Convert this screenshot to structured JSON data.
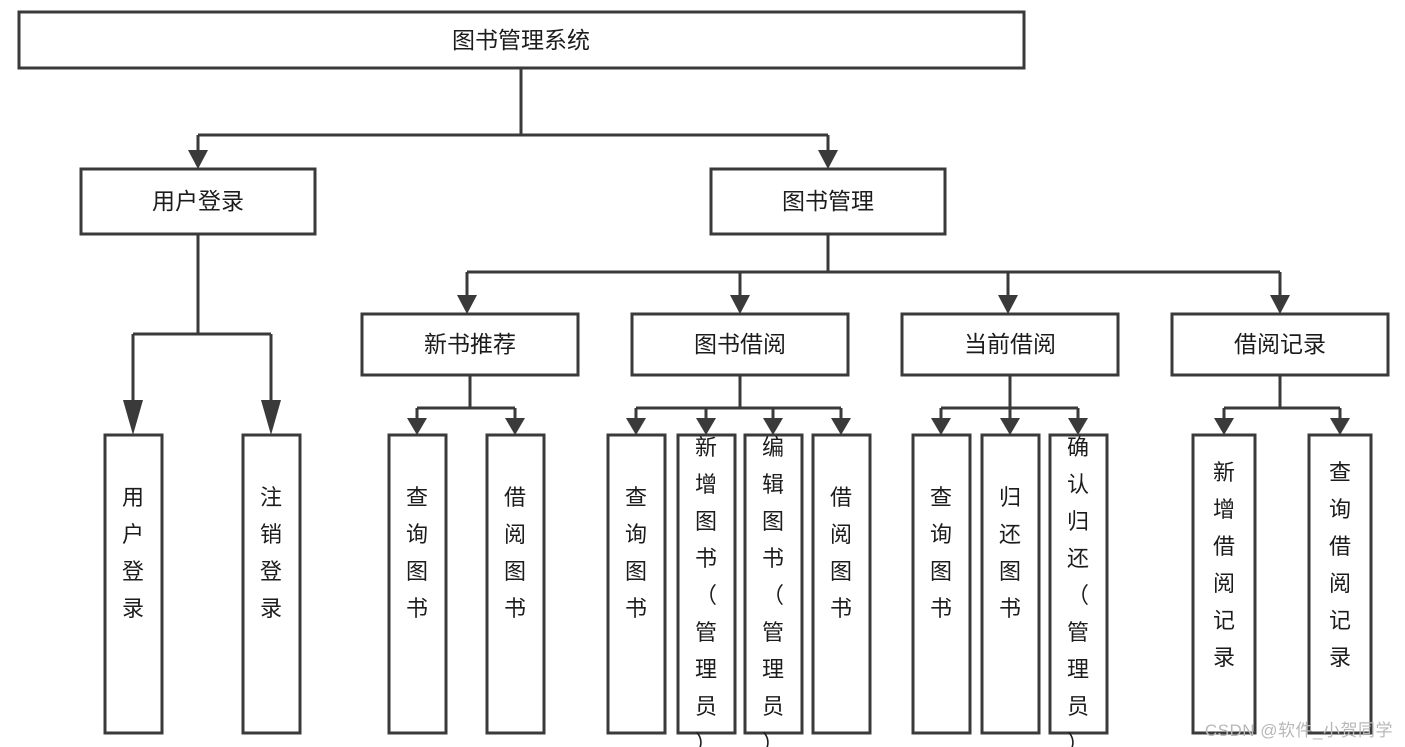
{
  "diagram": {
    "type": "tree",
    "title": "图书管理系统",
    "watermark": "CSDN @软件_小贺同学",
    "colors": {
      "stroke": "#3a3a3a",
      "box_fill": "#ffffff",
      "text": "#1c1c1c",
      "background": "#ffffff",
      "watermark": "#b8b8b8"
    },
    "root": {
      "label": "图书管理系统"
    },
    "level2": [
      {
        "label": "用户登录"
      },
      {
        "label": "图书管理"
      }
    ],
    "level3": [
      {
        "label": "新书推荐"
      },
      {
        "label": "图书借阅"
      },
      {
        "label": "当前借阅"
      },
      {
        "label": "借阅记录"
      }
    ],
    "leaves": {
      "user_login": [
        {
          "label": "用户登录"
        },
        {
          "label": "注销登录"
        }
      ],
      "new_book_recommend": [
        {
          "label": "查询图书"
        },
        {
          "label": "借阅图书"
        }
      ],
      "book_borrow": [
        {
          "label": "查询图书"
        },
        {
          "label": "新增图书（管理员）"
        },
        {
          "label": "编辑图书（管理员）"
        },
        {
          "label": "借阅图书"
        }
      ],
      "current_borrow": [
        {
          "label": "查询图书"
        },
        {
          "label": "归还图书"
        },
        {
          "label": "确认归还（管理员）"
        }
      ],
      "borrow_records": [
        {
          "label": "新增借阅记录"
        },
        {
          "label": "查询借阅记录"
        }
      ]
    }
  }
}
